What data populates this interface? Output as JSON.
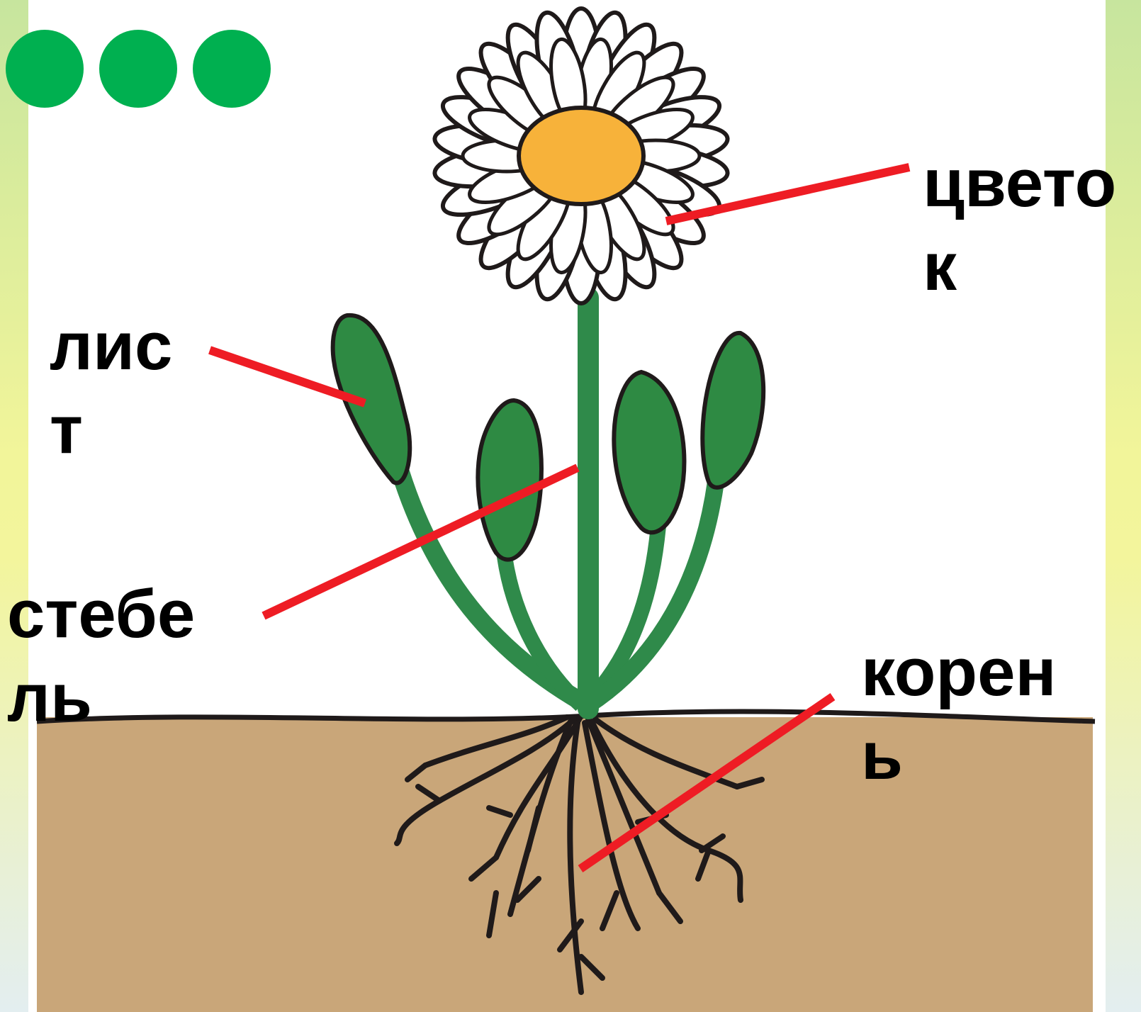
{
  "decor": {
    "dot_color": "#00b050",
    "dots": [
      {
        "id": 1
      },
      {
        "id": 2
      },
      {
        "id": 3
      }
    ]
  },
  "colors": {
    "soil": "#c9a679",
    "stem": "#2f8a4a",
    "leaf": "#2e8a43",
    "petal": "#ffffff",
    "center": "#f7b23a",
    "pointer": "#ee1c24",
    "outline": "#1f1a1a"
  },
  "labels": {
    "flower": "цвето\nк",
    "leaf": "лис\nт",
    "stem": "стебе\nль",
    "root": "корен\nь"
  }
}
